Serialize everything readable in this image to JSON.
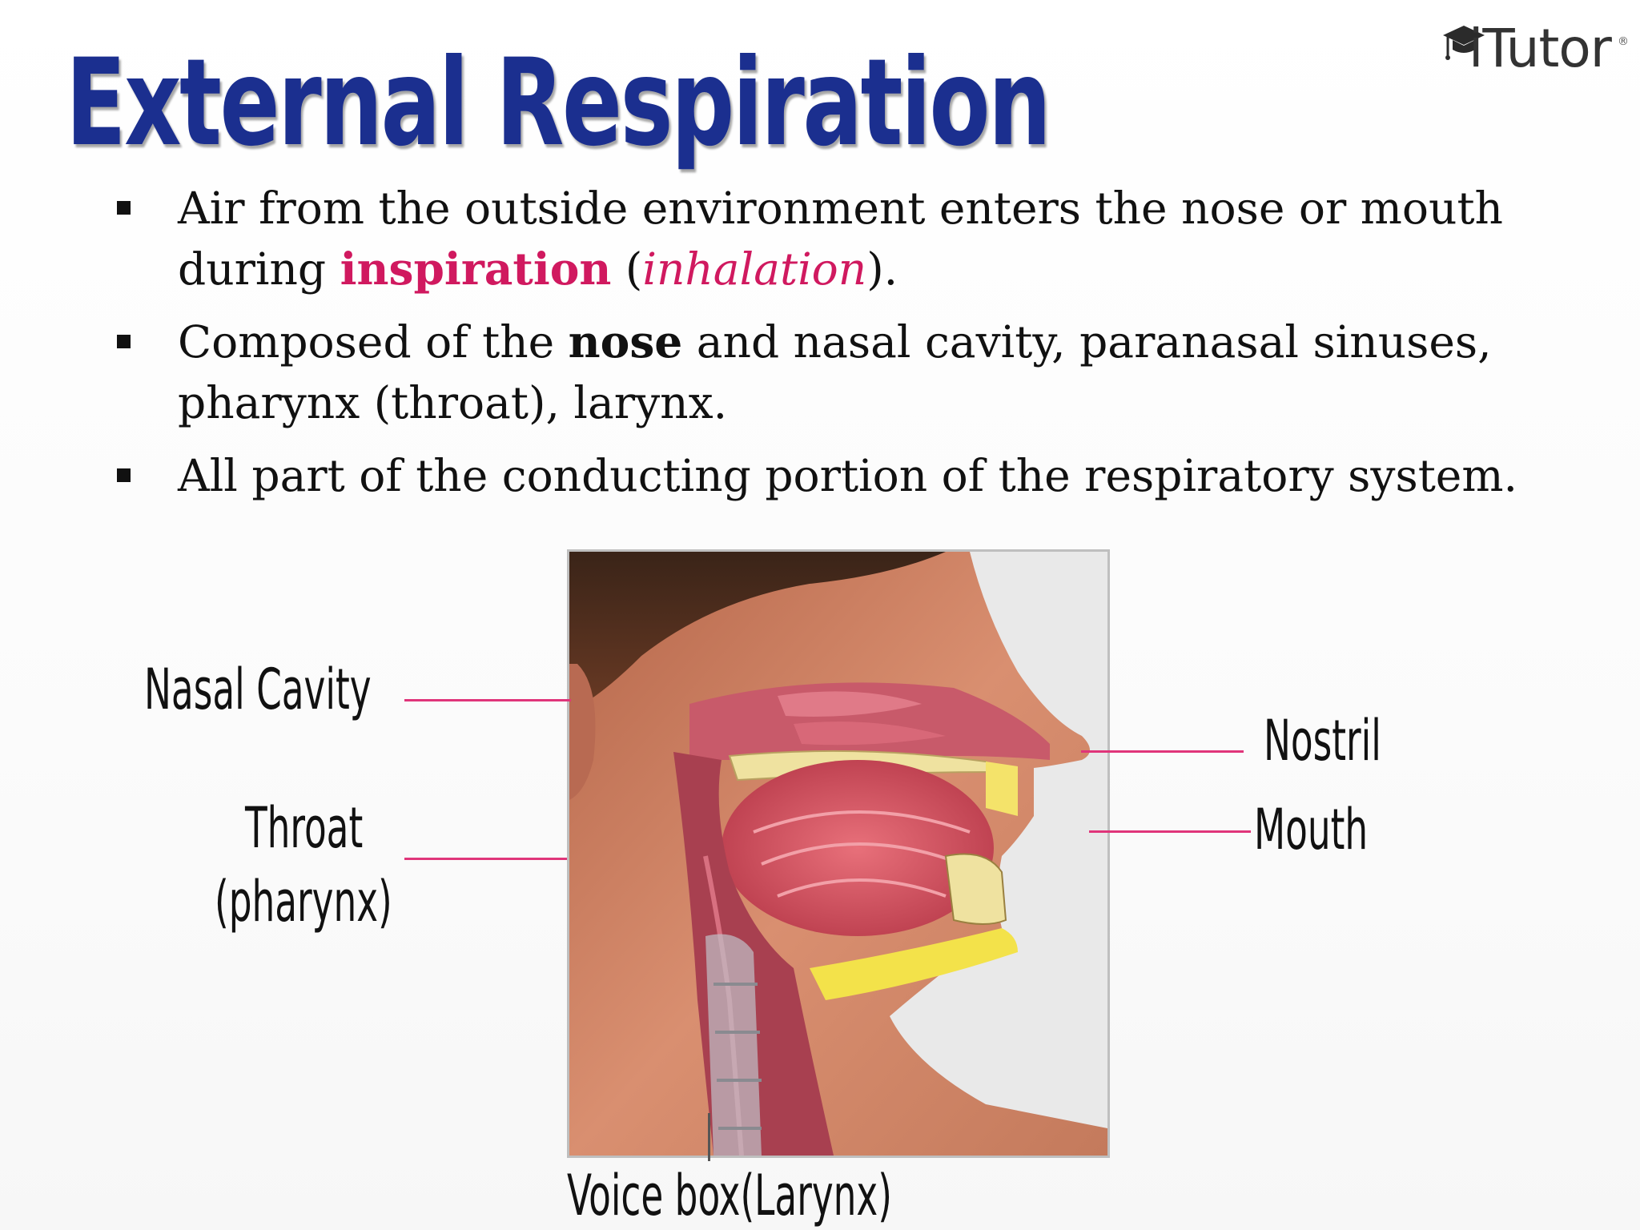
{
  "title": "External Respiration",
  "logo": {
    "text": "iTutor",
    "registered": "®",
    "icon": "graduation-cap-icon"
  },
  "bullets": [
    {
      "line1": "Air from the outside environment enters the nose or mouth",
      "line2_start": "during ",
      "highlight": "inspiration",
      "paren_open": " (",
      "italic": "inhalation",
      "paren_close": ")."
    },
    {
      "start": "Composed of the ",
      "bold": "nose",
      "rest_line1": " and nasal cavity, paranasal sinuses,",
      "line2": "pharynx (throat), larynx."
    },
    {
      "text": "All part of the conducting portion of the respiratory system."
    }
  ],
  "figure_labels": {
    "nasal_cavity": "Nasal Cavity",
    "throat": "Throat",
    "pharynx": "(pharynx)",
    "nostril": "Nostril",
    "mouth": "Mouth",
    "voice_box": "Voice box(Larynx)"
  },
  "colors": {
    "title": "#1b2f8f",
    "accent": "#d0195f",
    "leader": "#e0357a"
  }
}
